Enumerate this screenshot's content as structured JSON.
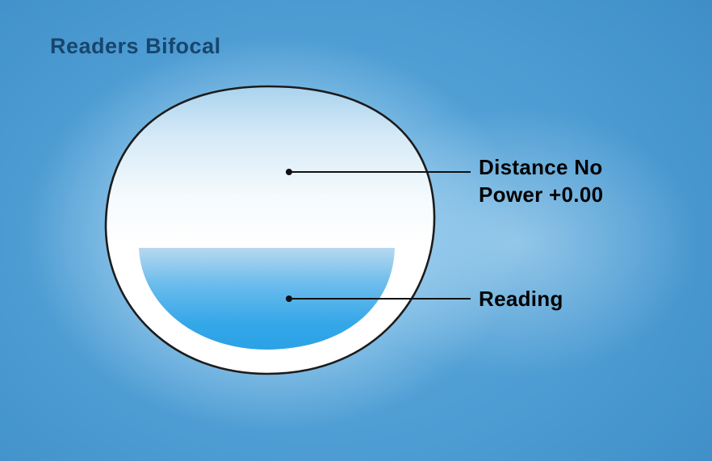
{
  "title": "Readers Bifocal",
  "labels": {
    "distance": "Distance No Power +0.00",
    "reading": "Reading"
  },
  "diagram": {
    "type": "bifocal-lens-cross-section",
    "regions": [
      {
        "name": "distance-zone",
        "description": "upper clear area of lens",
        "label": "Distance No Power +0.00"
      },
      {
        "name": "reading-segment",
        "description": "lower blue half-moon segment of lens",
        "label": "Reading"
      }
    ]
  },
  "colors": {
    "background_blue": "#4c9bd2",
    "background_glow": "#ebf6fd",
    "lens_top_tint": "#a9d3ee",
    "lens_body": "#ffffff",
    "segment_top": "#b7d9ef",
    "segment_bottom": "#2aa2e6",
    "outline": "#1c1c1c",
    "title_text": "#16466e",
    "label_text": "#000000"
  }
}
